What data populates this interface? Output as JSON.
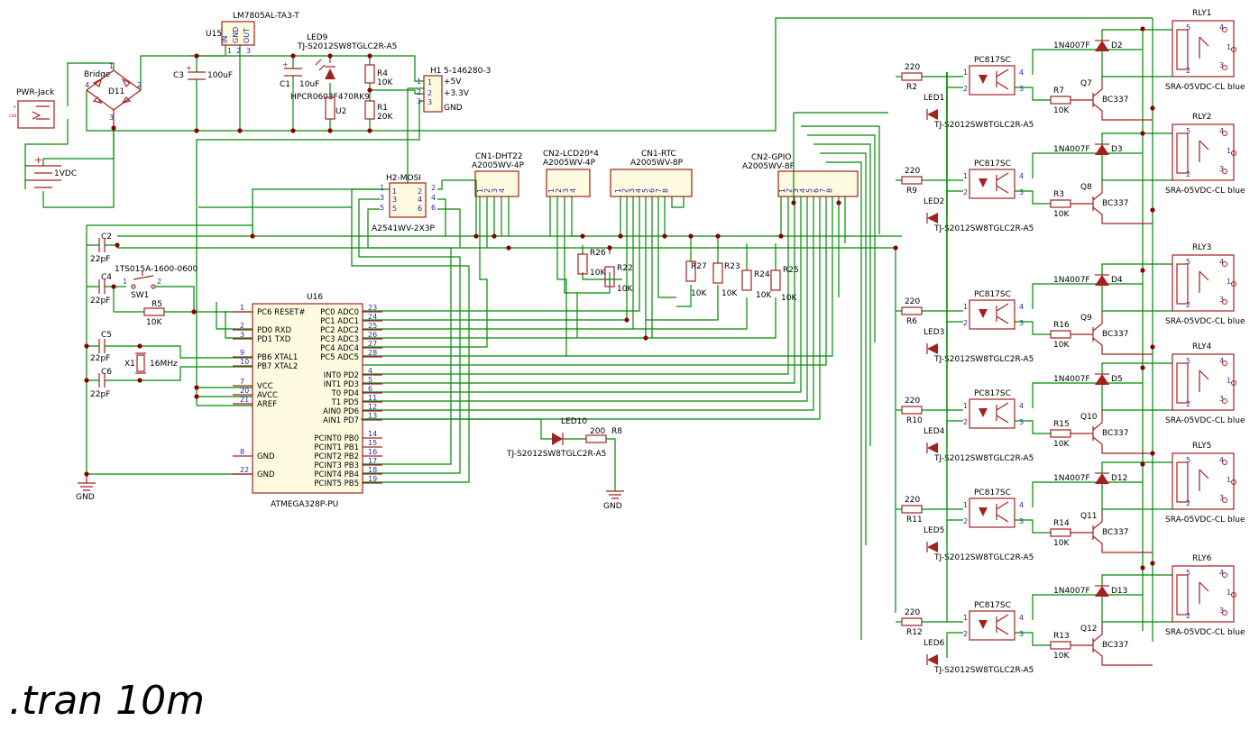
{
  "power": {
    "jack": {
      "label": "PWR-Jack"
    },
    "bridge": {
      "label": "Bridge",
      "ref": "D11",
      "pins": [
        "1",
        "2",
        "3",
        "4"
      ]
    },
    "battery": {
      "label": "1VDC"
    },
    "cap_c3": {
      "ref": "C3",
      "value": "100uF"
    },
    "regulator": {
      "ref": "U15",
      "part": "LM7805AL-TA3-T",
      "pins": [
        "IN",
        "GND",
        "OUT"
      ],
      "pin_nums": [
        "1",
        "2",
        "3"
      ]
    },
    "cap_c1": {
      "ref": "C1",
      "value": "10uF"
    },
    "led9": {
      "ref": "LED9",
      "part": "TJ-S2012SW8TGLC2R-A5"
    },
    "u2": {
      "ref": "U2",
      "part": "HPCR0603F470RK9"
    },
    "r4": {
      "ref": "R4",
      "value": "10K"
    },
    "r1": {
      "ref": "R1",
      "value": "20K"
    },
    "h1": {
      "ref": "H1",
      "part": "5-146280-3",
      "pins": [
        "1",
        "2",
        "3"
      ],
      "nets": [
        "+5V",
        "+3.3V",
        "GND"
      ],
      "pin1": "1"
    }
  },
  "connectors": {
    "h2": {
      "ref": "H2-MOSI",
      "part": "A2541WV-2X3P",
      "left": [
        "1",
        "3",
        "5"
      ],
      "right": [
        "2",
        "4",
        "6"
      ]
    },
    "dht": {
      "ref": "CN1-DHT22",
      "part": "A2005WV-4P",
      "pins": [
        "1",
        "2",
        "3",
        "4"
      ]
    },
    "lcd": {
      "ref": "CN2-LCD20*4",
      "part": "A2005WV-4P",
      "pins": [
        "1",
        "2",
        "3",
        "4"
      ]
    },
    "rtc": {
      "ref": "CN1-RTC",
      "part": "A2005WV-8P",
      "pins": [
        "1",
        "2",
        "3",
        "4",
        "5",
        "6",
        "7",
        "8"
      ]
    },
    "gpio": {
      "ref": "CN2-GPIO",
      "part": "A2005WV-8P",
      "pins": [
        "1",
        "2",
        "3",
        "4",
        "5",
        "6",
        "7",
        "8"
      ]
    }
  },
  "pullups": [
    {
      "ref": "R26",
      "value": "10K"
    },
    {
      "ref": "R22",
      "value": "10K"
    },
    {
      "ref": "R27",
      "value": "10K"
    },
    {
      "ref": "R23",
      "value": "10K"
    },
    {
      "ref": "R24",
      "value": "10K"
    },
    {
      "ref": "R25",
      "value": "10K"
    }
  ],
  "left_parts": {
    "c2": {
      "ref": "C2",
      "value": "22pF"
    },
    "c4": {
      "ref": "C4",
      "value": "22pF"
    },
    "c5": {
      "ref": "C5",
      "value": "22pF"
    },
    "c6": {
      "ref": "C6",
      "value": "22pF"
    },
    "sw1": {
      "ref": "SW1",
      "part": "1TS015A-1600-0600",
      "pins": [
        "1",
        "2"
      ]
    },
    "r5": {
      "ref": "R5",
      "value": "10K"
    },
    "x1": {
      "ref": "X1",
      "value": "16MHz"
    },
    "gnd": "GND"
  },
  "mcu": {
    "ref": "U16",
    "part": "ATMEGA328P-PU",
    "left": [
      {
        "num": "1",
        "name": "PC6 RESET#"
      },
      {
        "num": "2",
        "name": "PD0 RXD"
      },
      {
        "num": "3",
        "name": "PD1 TXD"
      },
      {
        "num": "9",
        "name": "PB6 XTAL1"
      },
      {
        "num": "10",
        "name": "PB7 XTAL2"
      },
      {
        "num": "7",
        "name": "VCC"
      },
      {
        "num": "20",
        "name": "AVCC"
      },
      {
        "num": "21",
        "name": "AREF"
      },
      {
        "num": "8",
        "name": "GND"
      },
      {
        "num": "22",
        "name": "GND"
      }
    ],
    "right": [
      {
        "num": "23",
        "name": "PC0 ADC0"
      },
      {
        "num": "24",
        "name": "PC1 ADC1"
      },
      {
        "num": "25",
        "name": "PC2 ADC2"
      },
      {
        "num": "26",
        "name": "PC3 ADC3"
      },
      {
        "num": "27",
        "name": "PC4 ADC4"
      },
      {
        "num": "28",
        "name": "PC5 ADC5"
      },
      {
        "num": "4",
        "name": "INT0 PD2"
      },
      {
        "num": "5",
        "name": "INT1 PD3"
      },
      {
        "num": "6",
        "name": "T0 PD4"
      },
      {
        "num": "11",
        "name": "T1 PD5"
      },
      {
        "num": "12",
        "name": "AIN0 PD6"
      },
      {
        "num": "13",
        "name": "AIN1 PD7"
      },
      {
        "num": "14",
        "name": "PCINT0 PB0"
      },
      {
        "num": "15",
        "name": "PCINT1 PB1"
      },
      {
        "num": "16",
        "name": "PCINT2 PB2"
      },
      {
        "num": "17",
        "name": "PCINT3 PB3"
      },
      {
        "num": "18",
        "name": "PCINT4 PB4"
      },
      {
        "num": "19",
        "name": "PCINT5 PB5"
      }
    ]
  },
  "status_led": {
    "ref": "LED10",
    "part": "TJ-S2012SW8TGLC2R-A5",
    "res_ref": "R8",
    "res_value": "200",
    "gnd": "GND"
  },
  "relays": [
    {
      "r_in": "R2",
      "r_in_val": "220",
      "opto": "PC817SC",
      "led": "LED1",
      "led_part": "TJ-S2012SW8TGLC2R-A5",
      "r_b": "R7",
      "r_b_val": "10K",
      "q": "Q7",
      "q_part": "BC337",
      "d": "D2",
      "d_part": "1N4007F",
      "rly": "RLY1",
      "rly_part": "SRA-05VDC-CL blue"
    },
    {
      "r_in": "R9",
      "r_in_val": "220",
      "opto": "PC817SC",
      "led": "LED2",
      "led_part": "TJ-S2012SW8TGLC2R-A5",
      "r_b": "R3",
      "r_b_val": "10K",
      "q": "Q8",
      "q_part": "BC337",
      "d": "D3",
      "d_part": "1N4007F",
      "rly": "RLY2",
      "rly_part": "SRA-05VDC-CL blue"
    },
    {
      "r_in": "R6",
      "r_in_val": "220",
      "opto": "PC817SC",
      "led": "LED3",
      "led_part": "TJ-S2012SW8TGLC2R-A5",
      "r_b": "R16",
      "r_b_val": "10K",
      "q": "Q9",
      "q_part": "BC337",
      "d": "D4",
      "d_part": "1N4007F",
      "rly": "RLY3",
      "rly_part": "SRA-05VDC-CL blue"
    },
    {
      "r_in": "R10",
      "r_in_val": "220",
      "opto": "PC817SC",
      "led": "LED4",
      "led_part": "TJ-S2012SW8TGLC2R-A5",
      "r_b": "R15",
      "r_b_val": "10K",
      "q": "Q10",
      "q_part": "BC337",
      "d": "D5",
      "d_part": "1N4007F",
      "rly": "RLY4",
      "rly_part": "SRA-05VDC-CL blue"
    },
    {
      "r_in": "R11",
      "r_in_val": "220",
      "opto": "PC817SC",
      "led": "LED5",
      "led_part": "TJ-S2012SW8TGLC2R-A5",
      "r_b": "R14",
      "r_b_val": "10K",
      "q": "Q11",
      "q_part": "BC337",
      "d": "D12",
      "d_part": "1N4007F",
      "rly": "RLY5",
      "rly_part": "SRA-05VDC-CL blue"
    },
    {
      "r_in": "R12",
      "r_in_val": "220",
      "opto": "PC817SC",
      "led": "LED6",
      "led_part": "TJ-S2012SW8TGLC2R-A5",
      "r_b": "R13",
      "r_b_val": "10K",
      "q": "Q12",
      "q_part": "BC337",
      "d": "D13",
      "d_part": "1N4007F",
      "rly": "RLY6",
      "rly_part": "SRA-05VDC-CL blue"
    }
  ],
  "relay_pin_labels": {
    "opto": [
      "1",
      "2",
      "4",
      "3"
    ],
    "rly": [
      "5",
      "2",
      "4",
      "1",
      "3"
    ]
  },
  "directive": ".tran 10m",
  "colors": {
    "wire": "#008a00",
    "part": "#a32020",
    "pin_text": "#2a2aa8",
    "junction": "#8a0000"
  }
}
